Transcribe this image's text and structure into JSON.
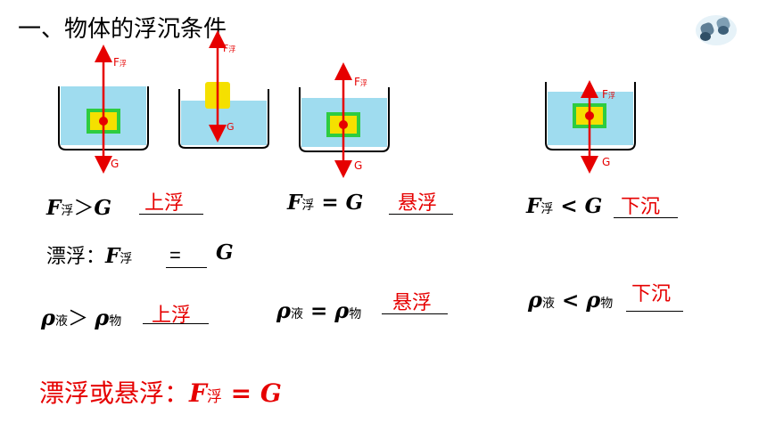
{
  "title": "一、物体的浮沉条件",
  "diagram_labels": {
    "buoyancy": "F",
    "buoyancy_sub": "浮",
    "gravity": "G"
  },
  "row1": [
    {
      "force": "F",
      "sub": "浮",
      "rel": "＞",
      "g": "G",
      "answer": "上浮"
    },
    {
      "force": "F",
      "sub": "浮",
      "rel": " = ",
      "g": "G",
      "answer": "悬浮"
    },
    {
      "force": "F",
      "sub": "浮",
      "rel": " < ",
      "g": "G",
      "answer": "下沉"
    }
  ],
  "row2": {
    "label": "漂浮：",
    "force": "F",
    "sub": "浮",
    "rel": "=",
    "g": "G"
  },
  "row3": [
    {
      "rho": "ρ",
      "sub1": "液",
      "rel": "＞ ",
      "rho2": "ρ",
      "sub2": "物",
      "answer": "上浮"
    },
    {
      "rho": "ρ",
      "sub1": "液",
      "rel": " = ",
      "rho2": "ρ",
      "sub2": "物",
      "answer": "悬浮"
    },
    {
      "rho": "ρ",
      "sub1": "液",
      "rel": " <  ",
      "rho2": "ρ",
      "sub2": "物",
      "answer": "下沉"
    }
  ],
  "conclusion": {
    "text": "漂浮或悬浮：",
    "force": "F",
    "sub": "浮",
    "rel": " = ",
    "g": "G"
  },
  "colors": {
    "arrow": "#e60000",
    "water": "#9fdcef",
    "object_outer": "#2ecc40",
    "object_inner": "#f5e000",
    "answer": "#e60000"
  }
}
